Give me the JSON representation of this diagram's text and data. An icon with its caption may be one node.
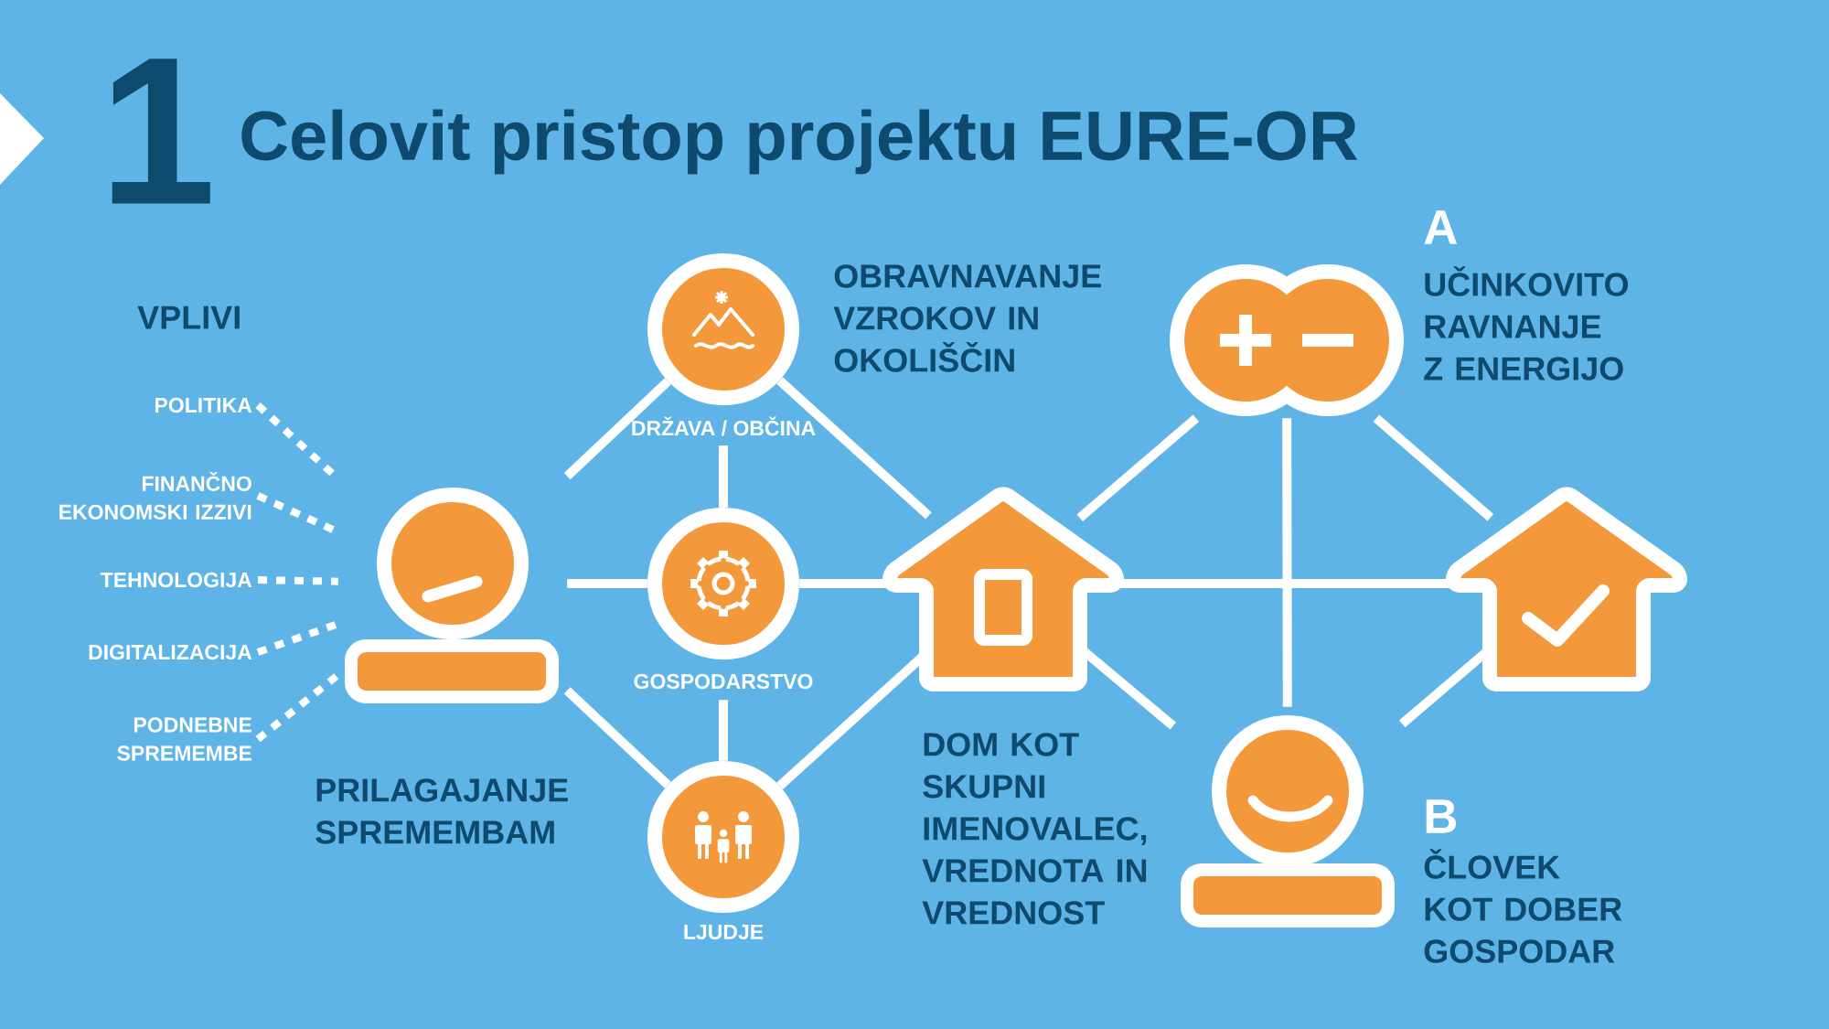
{
  "diagram": {
    "title": "Celovit pristop projektu EURE-OR",
    "nodes": [
      {
        "text": [
          "POLITIKA"
        ]
      },
      {
        "text": [
          "FINANČNO EKONOMSKI IZZIVI"
        ]
      },
      {
        "text": [
          "TEHNOLOGIJA"
        ]
      },
      {
        "text": [
          "DIGITALIZACIJA"
        ]
      },
      {
        "text": [
          "PODNEBNE SPREMEMBE"
        ]
      },
      {
        "text": [],
        "shape": "person",
        "beside": [
          "PRILAGAJANJE SPREMEMBAM"
        ]
      },
      {
        "text": [],
        "shape": "circle",
        "beside": [
          "OBRAVNAVANJE VZROKOV IN OKOLIŠČIN",
          "DRŽAVA / OBČINA"
        ]
      },
      {
        "text": [],
        "shape": "circle",
        "beside": [
          "GOSPODARSTVO"
        ]
      },
      {
        "text": [],
        "shape": "circle",
        "beside": [
          "LJUDJE"
        ]
      },
      {
        "text": [],
        "shape": "house",
        "beside": [
          "DOM KOT SKUPNI IMENOVALEC, VREDNOTA IN VREDNOST"
        ]
      },
      {
        "text": [],
        "shape": "circle",
        "beside": [
          "A",
          "UČINKOVITO RAVNANJE Z ENERGIJO"
        ]
      },
      {
        "text": [],
        "shape": "person",
        "beside": [
          "B",
          "ČLOVEK KOT DOBER GOSPODAR"
        ]
      },
      {
        "text": [],
        "shape": "house"
      }
    ],
    "edges": [
      {
        "from": 0,
        "to": 5,
        "arrow": "none",
        "style": "dashed"
      },
      {
        "from": 1,
        "to": 5,
        "arrow": "none",
        "style": "dashed"
      },
      {
        "from": 2,
        "to": 5,
        "arrow": "none",
        "style": "dashed"
      },
      {
        "from": 3,
        "to": 5,
        "arrow": "none",
        "style": "dashed"
      },
      {
        "from": 4,
        "to": 5,
        "arrow": "none",
        "style": "dashed"
      },
      {
        "from": 5,
        "to": 6,
        "arrow": "none"
      },
      {
        "from": 5,
        "to": 7,
        "arrow": "none"
      },
      {
        "from": 5,
        "to": 8,
        "arrow": "none"
      },
      {
        "from": 6,
        "to": 7,
        "arrow": "none"
      },
      {
        "from": 7,
        "to": 8,
        "arrow": "none"
      },
      {
        "from": 6,
        "to": 9,
        "arrow": "none"
      },
      {
        "from": 7,
        "to": 9,
        "arrow": "none"
      },
      {
        "from": 8,
        "to": 9,
        "arrow": "none"
      },
      {
        "from": 9,
        "to": 10,
        "arrow": "none"
      },
      {
        "from": 9,
        "to": 11,
        "arrow": "none"
      },
      {
        "from": 9,
        "to": 12,
        "arrow": "none"
      },
      {
        "from": 10,
        "to": 11,
        "arrow": "none"
      },
      {
        "from": 10,
        "to": 12,
        "arrow": "none"
      },
      {
        "from": 11,
        "to": 12,
        "arrow": "none"
      }
    ],
    "labels": [
      "1",
      "VPLIVI"
    ]
  }
}
